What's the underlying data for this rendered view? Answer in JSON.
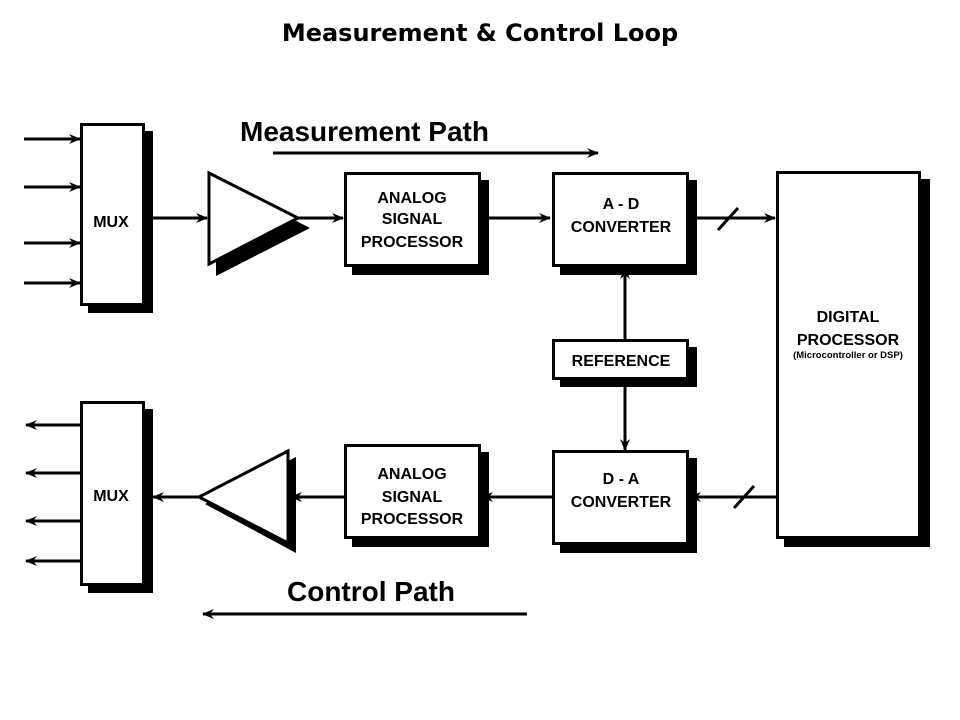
{
  "title": "Measurement & Control Loop",
  "measurement_path": {
    "label": "Measurement Path",
    "direction": "right"
  },
  "control_path": {
    "label": "Control Path",
    "direction": "left"
  },
  "blocks": {
    "mux_in": {
      "label": "MUX",
      "inputs": 4
    },
    "amp_in": {
      "symbol": "amplifier-triangle-right"
    },
    "asp_in": {
      "lines": [
        "ANALOG",
        "SIGNAL",
        "PROCESSOR"
      ]
    },
    "adc": {
      "lines": [
        "A - D",
        "CONVERTER"
      ]
    },
    "reference": {
      "label": "REFERENCE"
    },
    "dac": {
      "lines": [
        "D - A",
        "CONVERTER"
      ]
    },
    "asp_out": {
      "lines": [
        "ANALOG",
        "SIGNAL",
        "PROCESSOR"
      ]
    },
    "amp_out": {
      "symbol": "amplifier-triangle-left"
    },
    "mux_out": {
      "label": "MUX",
      "outputs": 4
    },
    "digital": {
      "lines": [
        "DIGITAL",
        "PROCESSOR"
      ],
      "sub": "(Microcontroller or DSP)"
    }
  },
  "bus_marker": "multi-bit bus slash",
  "colors": {
    "stroke": "#000000",
    "fill": "#ffffff",
    "shadow": "#000000"
  }
}
